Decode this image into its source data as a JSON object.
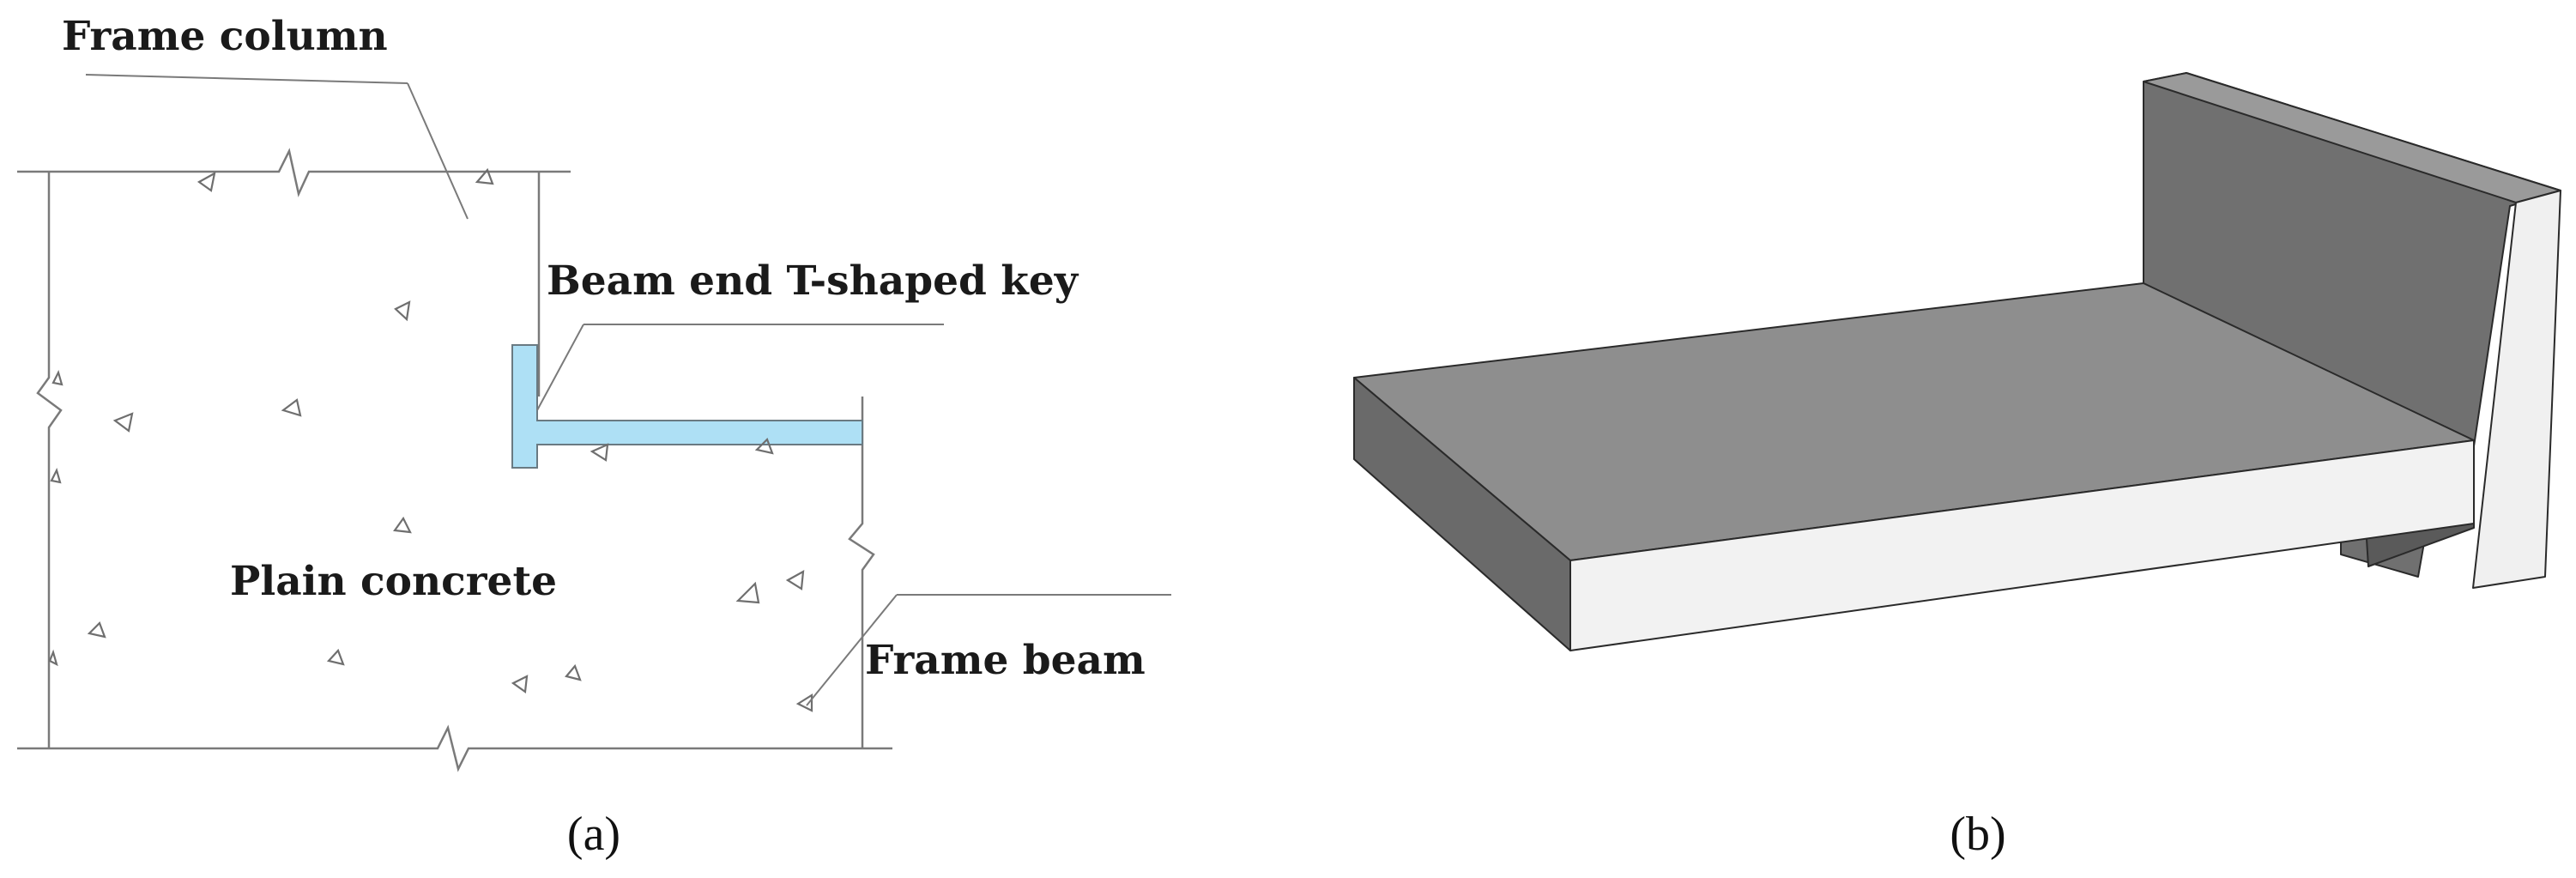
{
  "panel_a": {
    "labels": {
      "frame_column": "Frame column",
      "beam_end_key": "Beam end T-shaped key",
      "plain_concrete": "Plain concrete",
      "frame_beam": "Frame beam"
    },
    "caption": "(a)",
    "key_color": "#aee0f5"
  },
  "panel_b": {
    "caption": "(b)",
    "colors": {
      "top_face": "#8e8e8e",
      "side_face": "#6a6a6a",
      "front_face": "#f2f2f2",
      "wall_face": "#707070",
      "wall_edge": "#f0f0f0"
    }
  }
}
